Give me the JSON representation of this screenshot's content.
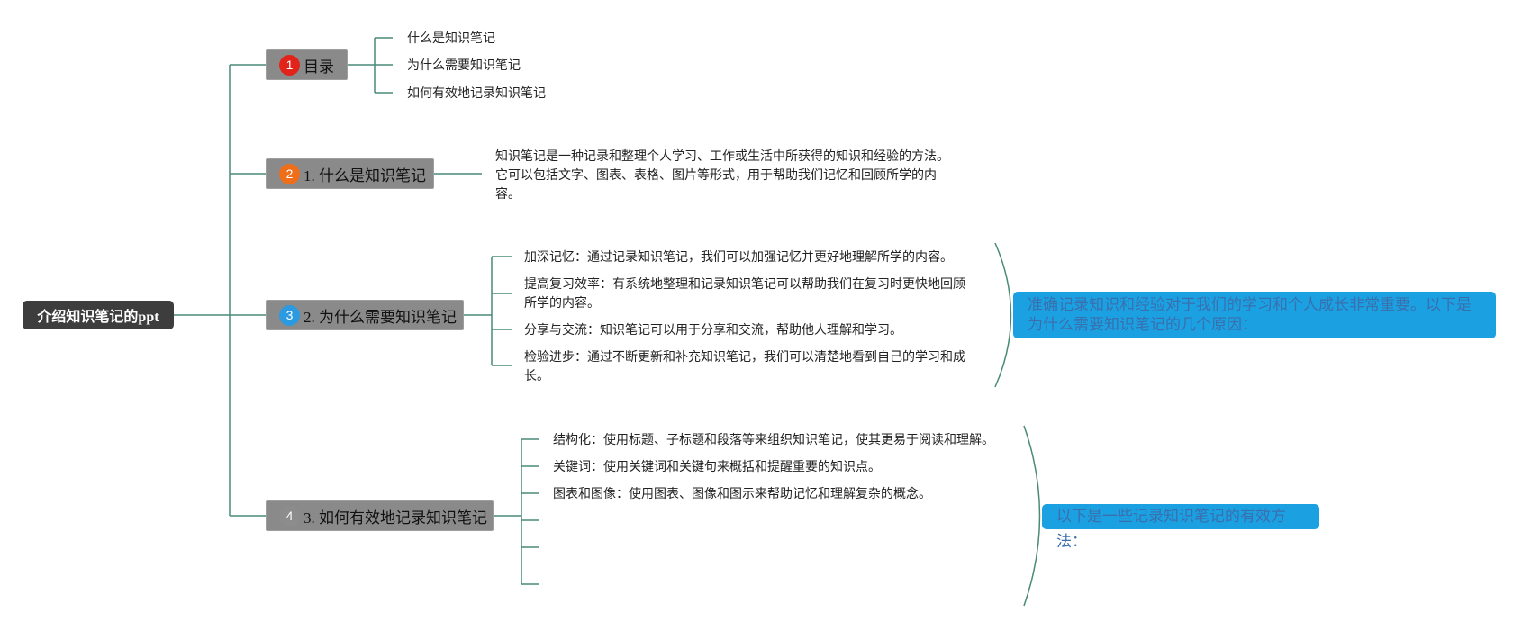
{
  "root": {
    "label": "介绍知识笔记的ppt"
  },
  "topics": {
    "toc": {
      "badge": "1",
      "badge_color": "#e2231a",
      "label": "目录",
      "items": [
        "什么是知识笔记",
        "为什么需要知识笔记",
        "如何有效地记录知识笔记"
      ]
    },
    "what": {
      "badge": "2",
      "badge_color": "#ee6e1a",
      "label": "1. 什么是知识笔记",
      "text": "知识笔记是一种记录和整理个人学习、工作或生活中所获得的知识和经验的方法。它可以包括文字、图表、表格、图片等形式，用于帮助我们记忆和回顾所学的内容。"
    },
    "why": {
      "badge": "3",
      "badge_color": "#2b9ae0",
      "label": "2. 为什么需要知识笔记",
      "items": [
        "加深记忆：通过记录知识笔记，我们可以加强记忆并更好地理解所学的内容。",
        "提高复习效率：有系统地整理和记录知识笔记可以帮助我们在复习时更快地回顾所学的内容。",
        "分享与交流：知识笔记可以用于分享和交流，帮助他人理解和学习。",
        "检验进步：通过不断更新和补充知识笔记，我们可以清楚地看到自己的学习和成长。"
      ],
      "summary": "准确记录知识和经验对于我们的学习和个人成长非常重要。以下是为什么需要知识笔记的几个原因："
    },
    "how": {
      "badge": "4",
      "badge_color": "#8c8c8c",
      "label": "3. 如何有效地记录知识笔记",
      "items": [
        "结构化：使用标题、子标题和段落等来组织知识笔记，使其更易于阅读和理解。",
        "关键词：使用关键词和关键句来概括和提醒重要的知识点。",
        "图表和图像：使用图表、图像和图示来帮助记忆和理解复杂的概念。"
      ],
      "summary": "以下是一些记录知识笔记的有效方法："
    }
  },
  "colors": {
    "connector": "#4a8a78",
    "root": "#3d3d3d",
    "topic": "#8a8a8a",
    "note": "#1ba1e2",
    "note_text": "#3a6fae"
  }
}
